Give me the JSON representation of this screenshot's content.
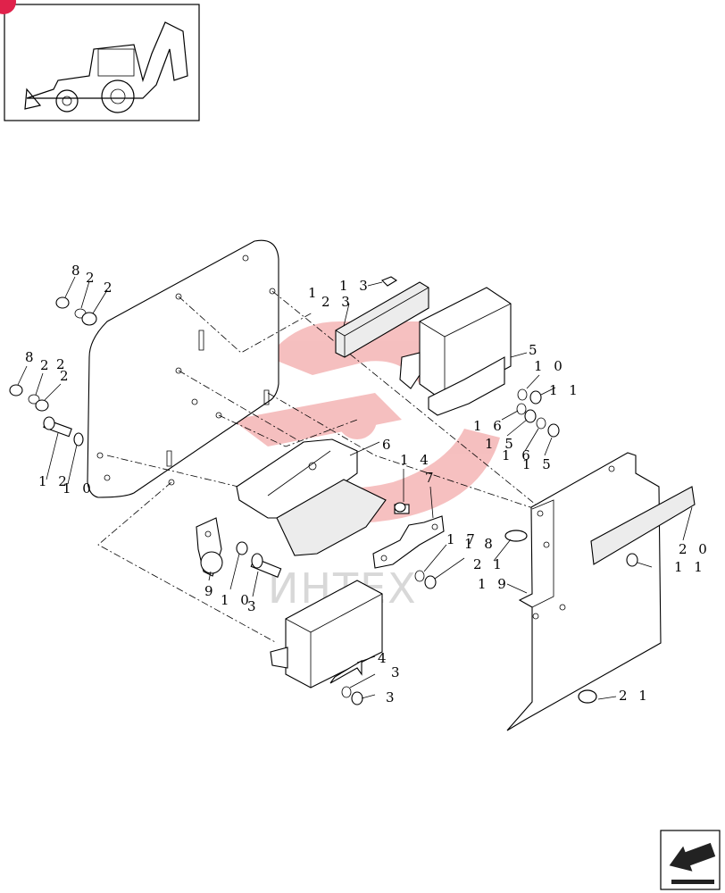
{
  "diagram": {
    "watermark_text": "ИНТЕХ",
    "labels": [
      {
        "id": "l8a",
        "text": "8"
      },
      {
        "id": "l2a",
        "text": "2"
      },
      {
        "id": "l2b",
        "text": "2"
      },
      {
        "id": "l1",
        "text": "1"
      },
      {
        "id": "l13",
        "text": "1 3"
      },
      {
        "id": "l23",
        "text": "2 3"
      },
      {
        "id": "l8b",
        "text": "8"
      },
      {
        "id": "l2c",
        "text": "2"
      },
      {
        "id": "l2d",
        "text": "2"
      },
      {
        "id": "l2e",
        "text": "2"
      },
      {
        "id": "l5",
        "text": "5"
      },
      {
        "id": "l10a",
        "text": "1 0"
      },
      {
        "id": "l11a",
        "text": "1 1"
      },
      {
        "id": "l16a",
        "text": "1 6"
      },
      {
        "id": "l15a",
        "text": "1 5"
      },
      {
        "id": "l16b",
        "text": "1 6"
      },
      {
        "id": "l15b",
        "text": "1 5"
      },
      {
        "id": "l6",
        "text": "6"
      },
      {
        "id": "l14",
        "text": "1 4"
      },
      {
        "id": "l7",
        "text": "7"
      },
      {
        "id": "l12",
        "text": "1 2"
      },
      {
        "id": "l10b",
        "text": "1 0"
      },
      {
        "id": "l17",
        "text": "1 7"
      },
      {
        "id": "l18",
        "text": "1 8"
      },
      {
        "id": "l20",
        "text": "2 0"
      },
      {
        "id": "l21a",
        "text": "2 1"
      },
      {
        "id": "l11b",
        "text": "1 1"
      },
      {
        "id": "l19",
        "text": "1 9"
      },
      {
        "id": "l9",
        "text": "9"
      },
      {
        "id": "l10c",
        "text": "1 0"
      },
      {
        "id": "l3a",
        "text": "3"
      },
      {
        "id": "l4",
        "text": "4"
      },
      {
        "id": "l3b",
        "text": "3"
      },
      {
        "id": "l3c",
        "text": "3"
      },
      {
        "id": "l21b",
        "text": "2 1"
      }
    ]
  }
}
